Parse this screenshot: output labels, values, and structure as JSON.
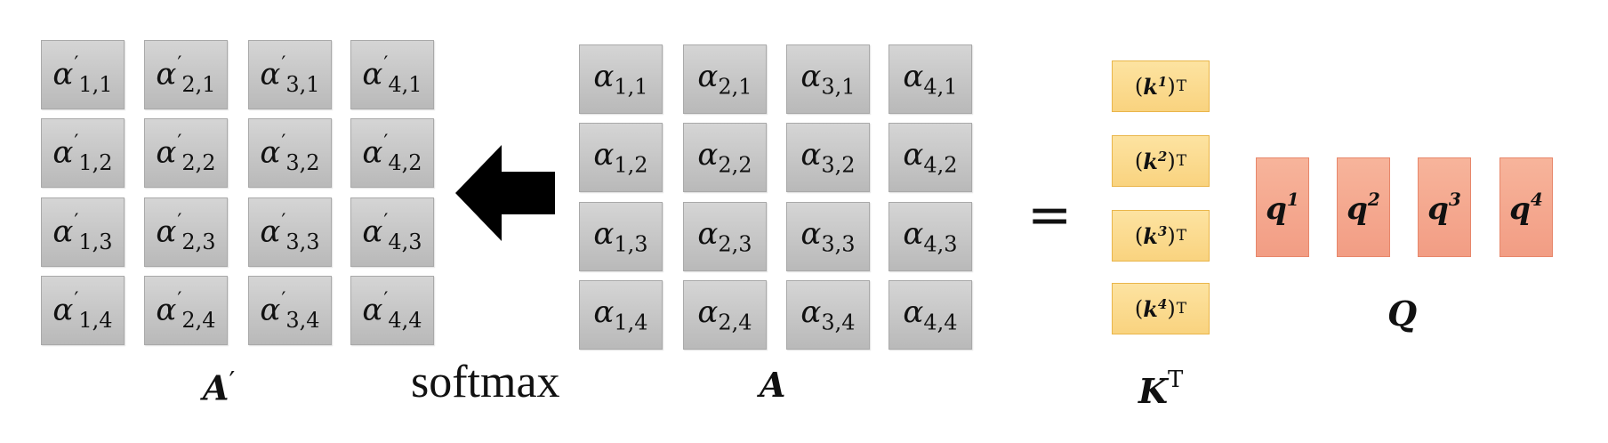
{
  "a_prime_matrix": {
    "symbol": "α",
    "prime": "′",
    "rows": [
      [
        "1,1",
        "2,1",
        "3,1",
        "4,1"
      ],
      [
        "1,2",
        "2,2",
        "3,2",
        "4,2"
      ],
      [
        "1,3",
        "2,3",
        "3,3",
        "4,3"
      ],
      [
        "1,4",
        "2,4",
        "3,4",
        "4,4"
      ]
    ],
    "caption": "A",
    "caption_prime": "′"
  },
  "softmax_label": "softmax",
  "a_matrix": {
    "symbol": "α",
    "rows": [
      [
        "1,1",
        "2,1",
        "3,1",
        "4,1"
      ],
      [
        "1,2",
        "2,2",
        "3,2",
        "4,2"
      ],
      [
        "1,3",
        "2,3",
        "3,3",
        "4,3"
      ],
      [
        "1,4",
        "2,4",
        "3,4",
        "4,4"
      ]
    ],
    "caption": "A"
  },
  "equals": "=",
  "k_transpose": {
    "rows": [
      {
        "open": "(",
        "base": "k",
        "index": "1",
        "close": ")",
        "t": "T"
      },
      {
        "open": "(",
        "base": "k",
        "index": "2",
        "close": ")",
        "t": "T"
      },
      {
        "open": "(",
        "base": "k",
        "index": "3",
        "close": ")",
        "t": "T"
      },
      {
        "open": "(",
        "base": "k",
        "index": "4",
        "close": ")",
        "t": "T"
      }
    ],
    "caption": "K",
    "caption_sup": "T"
  },
  "q_matrix": {
    "columns": [
      {
        "base": "q",
        "index": "1"
      },
      {
        "base": "q",
        "index": "2"
      },
      {
        "base": "q",
        "index": "3"
      },
      {
        "base": "q",
        "index": "4"
      }
    ],
    "caption": "Q"
  },
  "colors": {
    "cell_gray": "#c4c4c4",
    "k_yellow": "#f9d37f",
    "q_salmon": "#f29d84",
    "arrow": "#000000"
  }
}
